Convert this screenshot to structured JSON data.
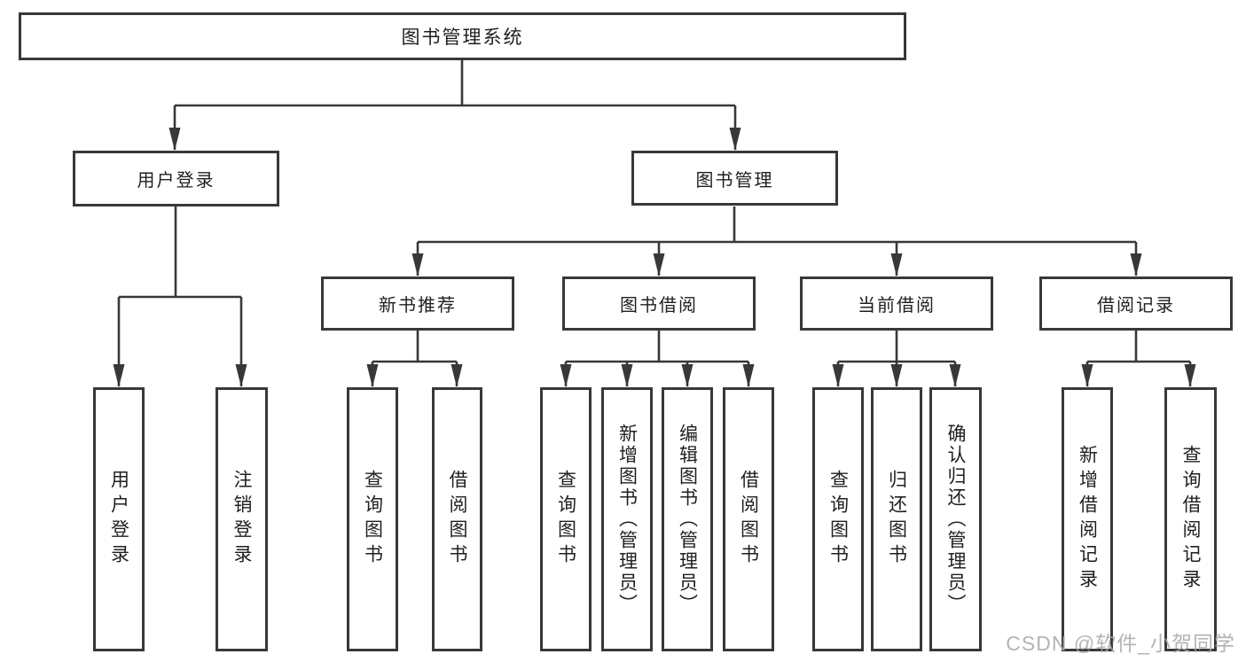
{
  "diagram": {
    "type": "hierarchy-tree",
    "root": {
      "label": "图书管理系统"
    },
    "branches": [
      {
        "label": "用户登录",
        "children": [
          "用户登录",
          "注销登录"
        ]
      },
      {
        "label": "图书管理",
        "sections": [
          {
            "label": "新书推荐",
            "children": [
              "查询图书",
              "借阅图书"
            ]
          },
          {
            "label": "图书借阅",
            "children": [
              "查询图书",
              "新增图书（管理员）",
              "编辑图书（管理员）",
              "借阅图书"
            ]
          },
          {
            "label": "当前借阅",
            "children": [
              "查询图书",
              "归还图书",
              "确认归还（管理员）"
            ]
          },
          {
            "label": "借阅记录",
            "children": [
              "新增借阅记录",
              "查询借阅记录"
            ]
          }
        ]
      }
    ]
  },
  "colors": {
    "line": "#383838",
    "box_border": "#383838",
    "text": "#1f1f1f",
    "watermark": "#a8a8a8",
    "background": "#ffffff"
  },
  "watermark": "CSDN @软件_小贺同学"
}
